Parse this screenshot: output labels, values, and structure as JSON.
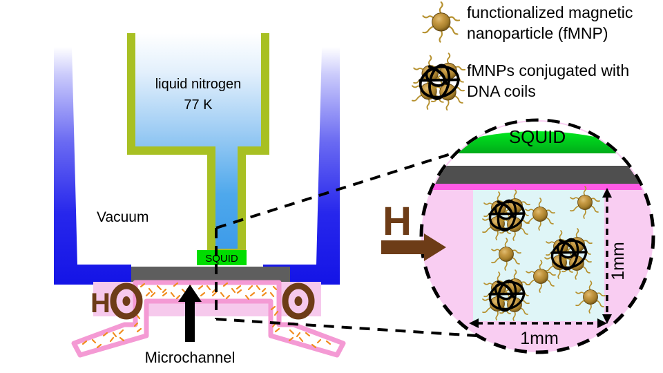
{
  "figure": {
    "title": "SQUID-based microchannel fMNP detection schematic",
    "background": "#ffffff"
  },
  "cryostat": {
    "reservoir_label_line1": "liquid nitrogen",
    "reservoir_label_line2": "77 K",
    "vacuum_label": "Vacuum",
    "squid_label": "SQUID",
    "microchannel_label": "Microchannel",
    "field_symbol_left": "H",
    "field_symbol_right": "",
    "field_into_page_glyph": "⊙",
    "colors": {
      "vessel_wall": "#a8c023",
      "nitrogen_top": "#ffffff",
      "nitrogen_bottom": "#3d9be9",
      "vacuum_wall": "#1414e6",
      "squid_fill": "#00dd00",
      "base_plate": "#5e5e5e",
      "chip_pink": "#f6c9ec",
      "channel_border": "#f49ad4",
      "channel_particles": "#f08c1e",
      "field_brown": "#6d3c17"
    }
  },
  "legend": {
    "items": [
      {
        "icon": "single-nanoparticle-icon",
        "line1": "functionalized magnetic",
        "line2": "nanoparticle (fMNP)"
      },
      {
        "icon": "conjugated-cluster-icon",
        "line1": "fMNPs conjugated with",
        "line2": "DNA coils"
      }
    ]
  },
  "inset": {
    "squid_label": "SQUID",
    "field_label": "H",
    "width_label": "1mm",
    "height_label": "1mm",
    "colors": {
      "circle_fill": "#f9cdf2",
      "circle_stroke": "#000000",
      "squid_fill": "#00c41e",
      "gray_slab": "#4f4f4f",
      "magenta_strip": "#ff5ae6",
      "sample_fill": "#dff5f7",
      "arrow_brown": "#6d3c17"
    },
    "particles": {
      "single_count": 7,
      "cluster_count": 3
    }
  },
  "nanoparticle_style": {
    "core_highlight": "#d8ae5e",
    "core_mid": "#b68b37",
    "core_edge": "#7d5a18",
    "leg_color": "#b6912f",
    "dna_coil_color": "#000000"
  }
}
